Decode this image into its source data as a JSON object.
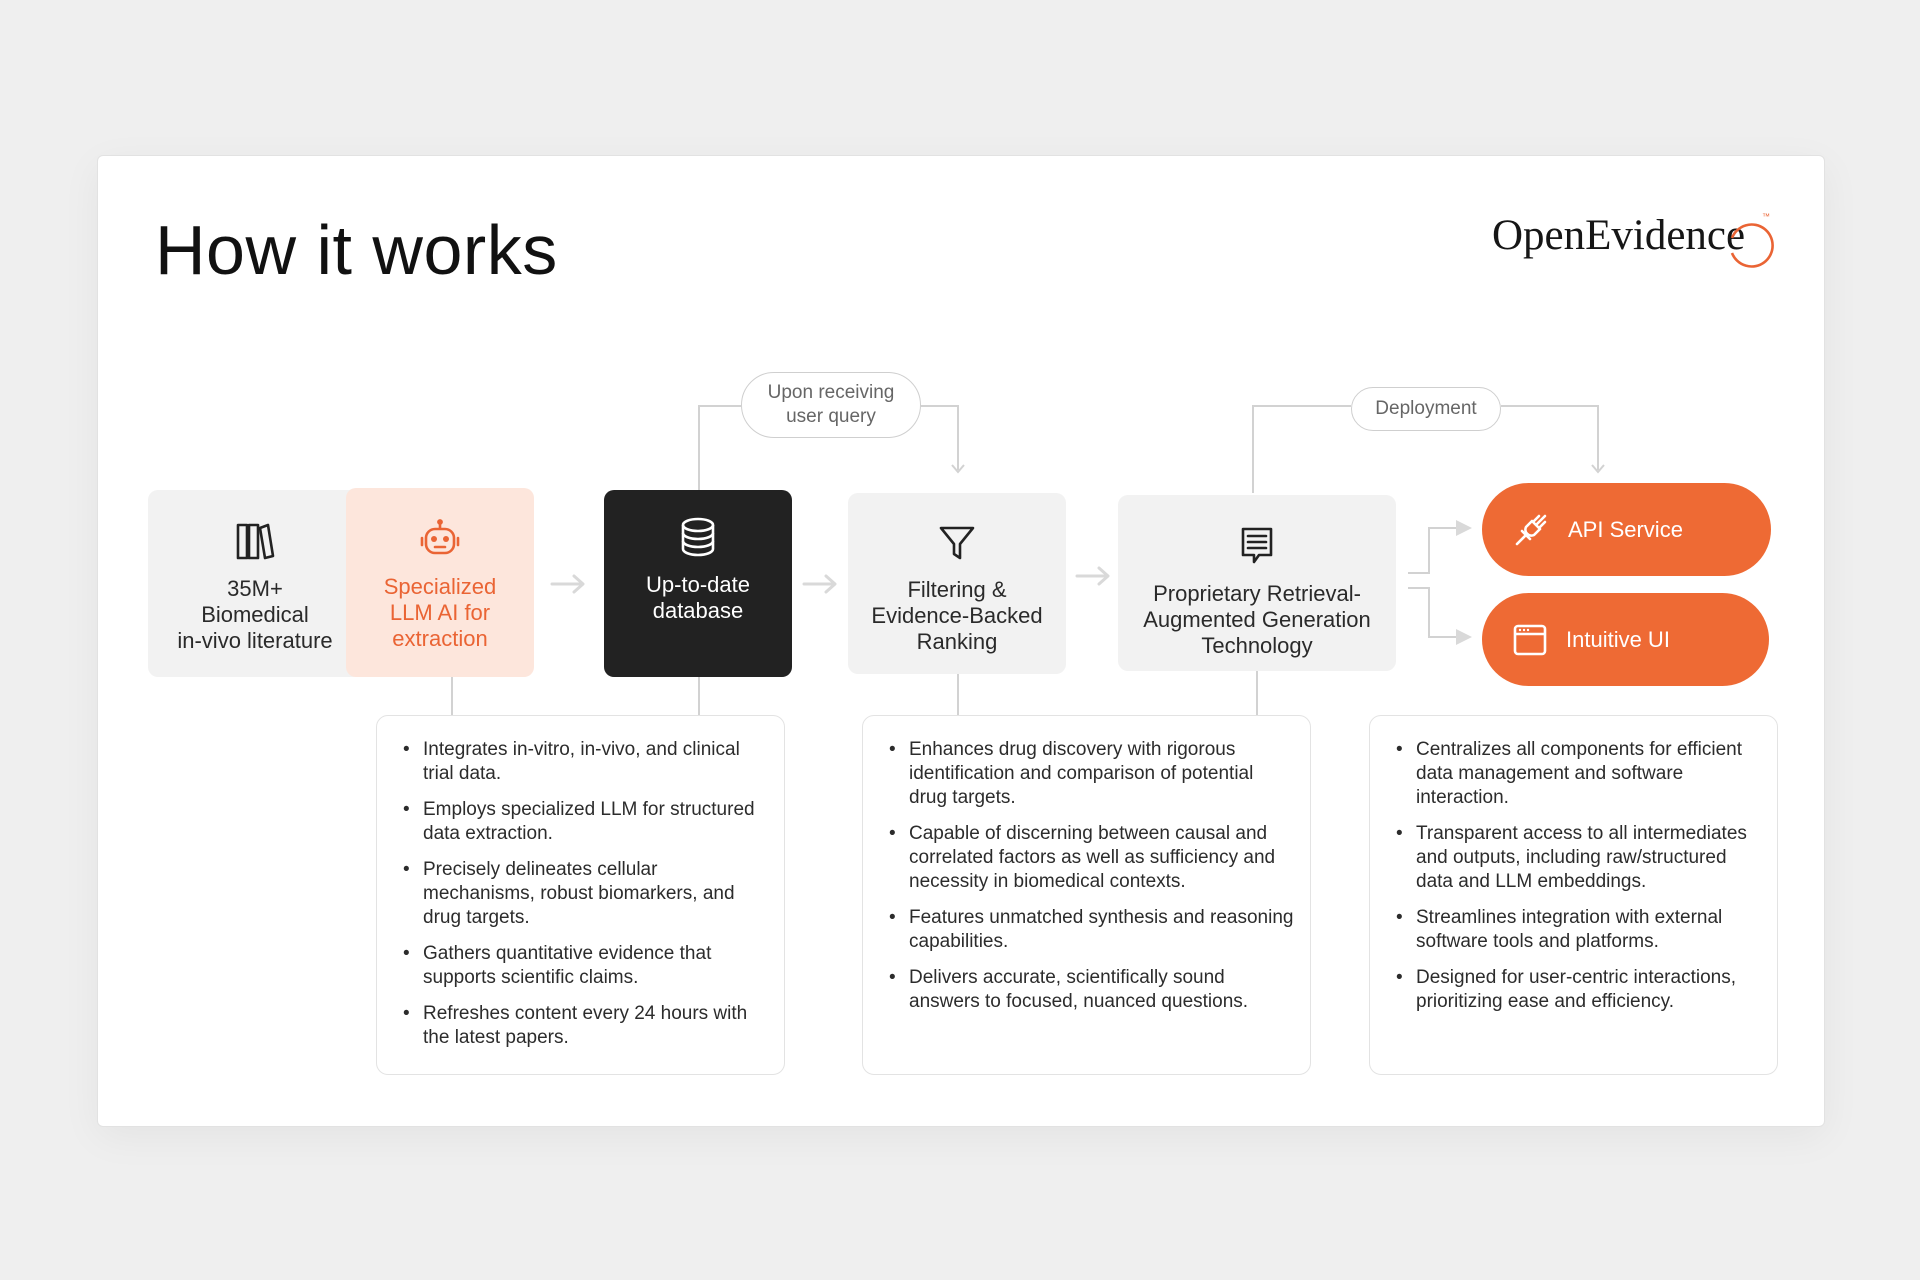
{
  "page": {
    "title": "How it works",
    "logo_text": "OpenEvidence",
    "logo_tm": "™"
  },
  "colors": {
    "accent": "#ee6a34",
    "accent_light": "#fde6dc",
    "dark": "#222222",
    "box_gray": "#f2f2f2"
  },
  "nodes": {
    "literature": {
      "icon": "books-icon",
      "label": "35M+\nBiomedical\nin-vivo literature"
    },
    "llm": {
      "icon": "robot-icon",
      "label": "Specialized\nLLM AI for\nextraction"
    },
    "database": {
      "icon": "database-icon",
      "label": "Up-to-date\ndatabase"
    },
    "filtering": {
      "icon": "filter-icon",
      "label": "Filtering &\nEvidence-Backed\nRanking"
    },
    "rag": {
      "icon": "document-icon",
      "label": "Proprietary Retrieval-\nAugmented Generation\nTechnology"
    },
    "api": {
      "icon": "plug-icon",
      "label": "API Service"
    },
    "ui": {
      "icon": "browser-window-icon",
      "label": "Intuitive UI"
    }
  },
  "tags": {
    "query": "Upon receiving\nuser query",
    "deployment": "Deployment"
  },
  "details": {
    "database": [
      "Integrates in-vitro, in-vivo, and clinical trial data.",
      "Employs specialized LLM for structured data extraction.",
      "Precisely delineates cellular mechanisms, robust biomarkers, and drug targets.",
      "Gathers quantitative evidence that supports scientific claims.",
      "Refreshes content every 24 hours with the latest papers."
    ],
    "filtering": [
      "Enhances drug discovery with rigorous identification and comparison of potential drug targets.",
      "Capable of discerning between causal and correlated factors as well as sufficiency and necessity in biomedical contexts.",
      "Features unmatched synthesis and reasoning capabilities.",
      "Delivers accurate, scientifically sound answers to focused, nuanced questions."
    ],
    "deployment": [
      "Centralizes all components for efficient data management and software interaction.",
      "Transparent access to all intermediates and outputs, including raw/structured data and LLM embeddings.",
      "Streamlines integration with external software tools and platforms.",
      "Designed for user-centric interactions, prioritizing ease and efficiency."
    ]
  }
}
